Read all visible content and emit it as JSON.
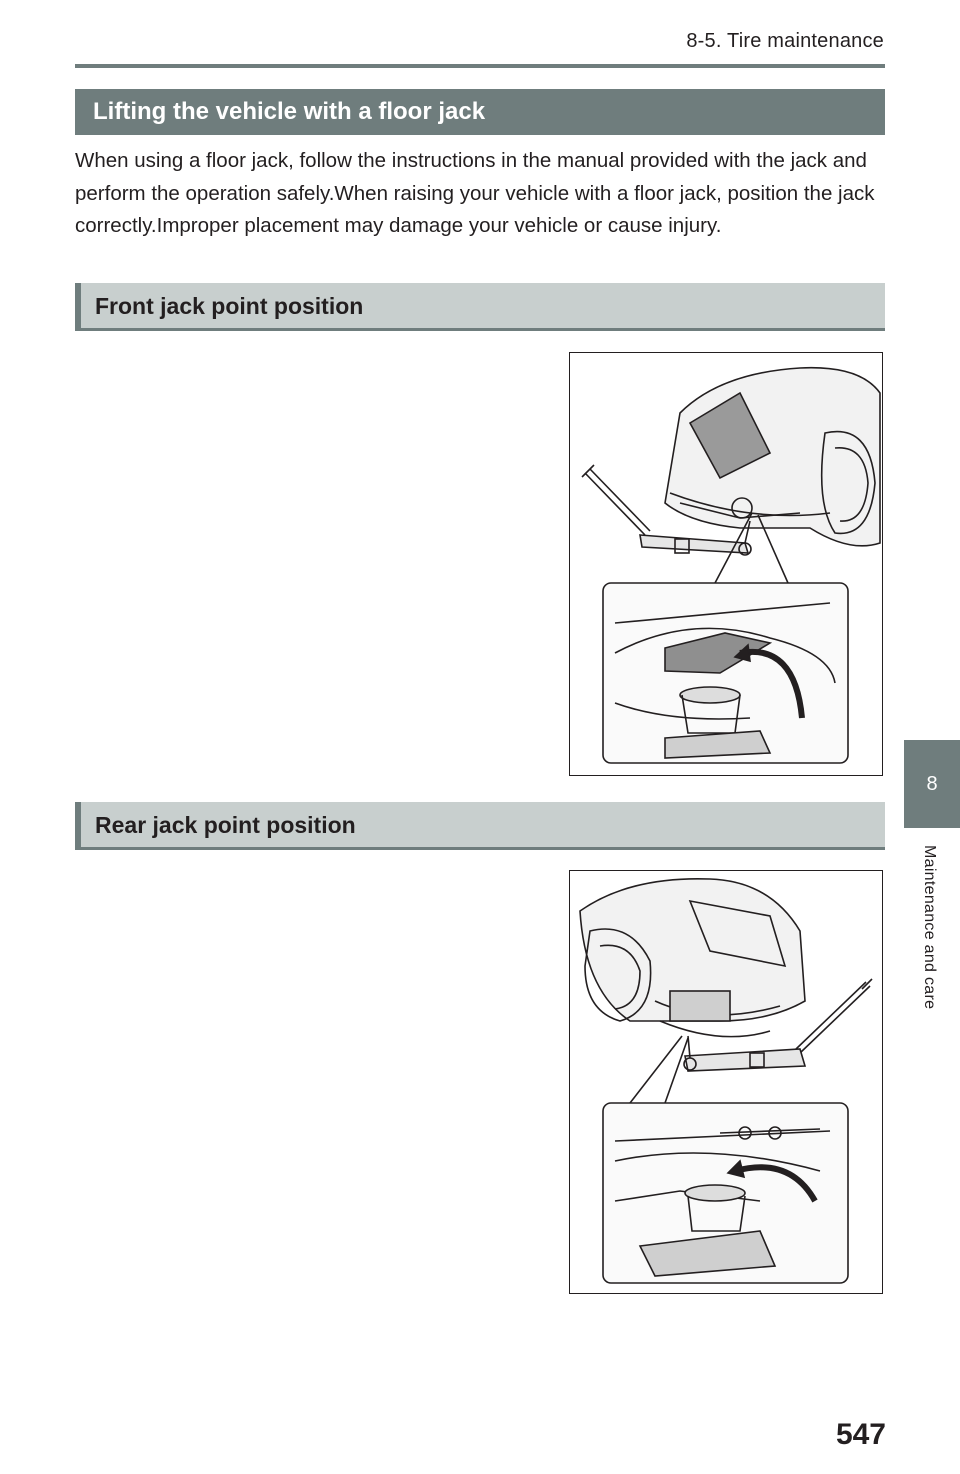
{
  "header": {
    "section": "8-5. Tire maintenance"
  },
  "main_heading": "Lifting the vehicle with a floor jack",
  "intro_text": "When using a floor jack, follow the instructions in the manual provided with the jack and perform the operation safely.When raising your vehicle with a floor jack, position the jack correctly.Improper placement may damage your vehicle or cause injury.",
  "front": {
    "heading": "Front jack point position"
  },
  "rear": {
    "heading": "Rear jack point position"
  },
  "side_tab": {
    "number": "8",
    "label": "Maintenance and care"
  },
  "page_number": "547"
}
